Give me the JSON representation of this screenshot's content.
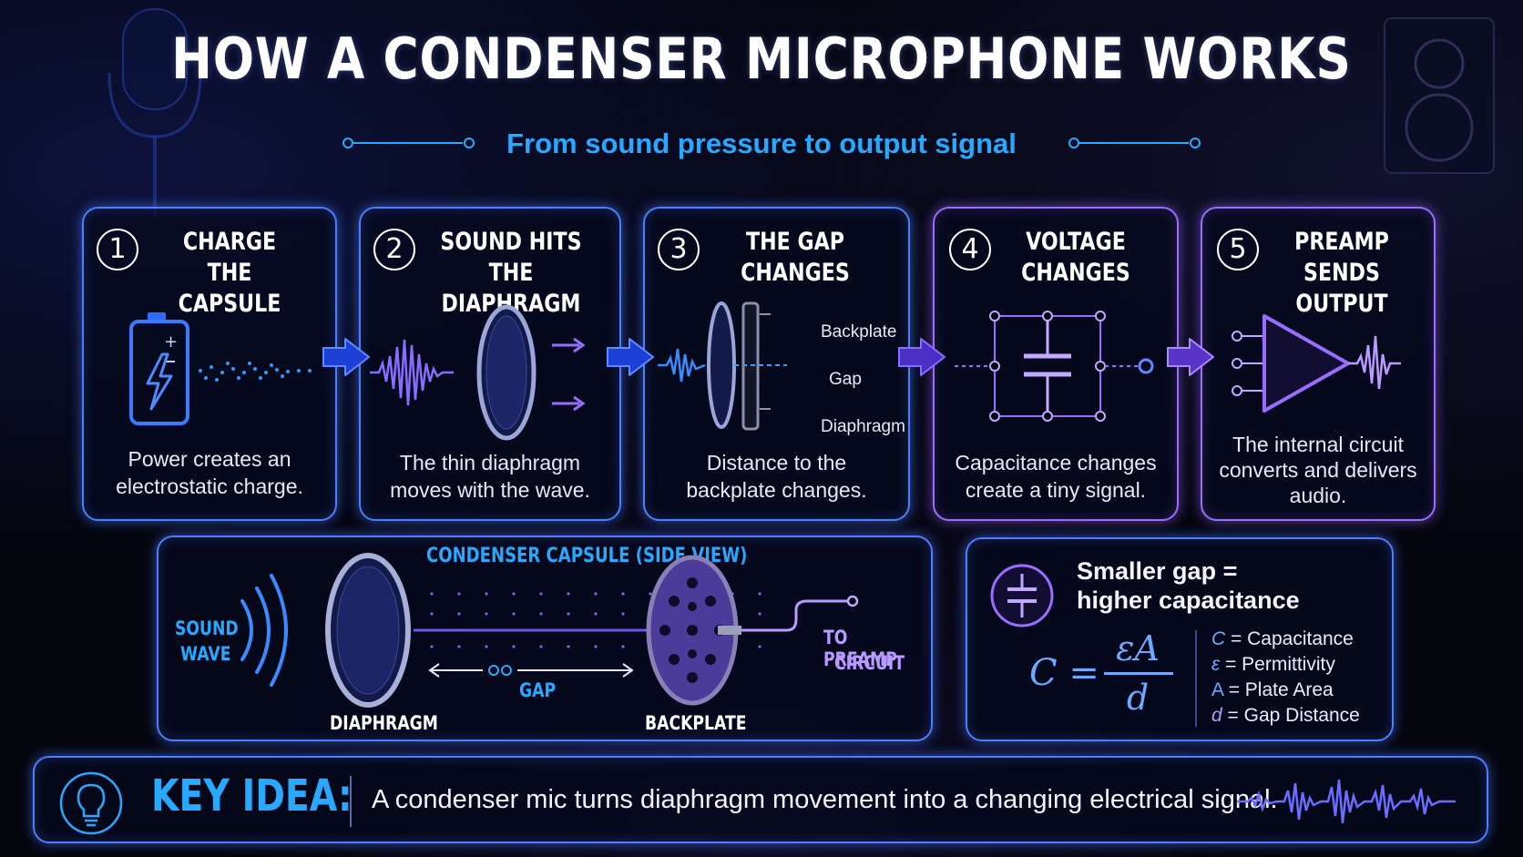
{
  "header": {
    "title": "HOW A CONDENSER MICROPHONE WORKS",
    "subtitle": "From sound pressure to output signal"
  },
  "steps": [
    {
      "number": "1",
      "title_line1": "CHARGE",
      "title_line2": "THE CAPSULE",
      "desc_line1": "Power creates an",
      "desc_line2": "electrostatic charge."
    },
    {
      "number": "2",
      "title_line1": "SOUND HITS",
      "title_line2": "THE DIAPHRAGM",
      "desc_line1": "The thin diaphragm",
      "desc_line2": "moves with the wave."
    },
    {
      "number": "3",
      "title_line1": "THE GAP",
      "title_line2": "CHANGES",
      "desc_line1": "Distance to the",
      "desc_line2": "backplate changes.",
      "labels": {
        "backplate": "Backplate",
        "gap": "Gap",
        "diaphragm": "Diaphragm"
      }
    },
    {
      "number": "4",
      "title_line1": "VOLTAGE",
      "title_line2": "CHANGES",
      "desc_line1": "Capacitance changes",
      "desc_line2": "create a tiny signal."
    },
    {
      "number": "5",
      "title_line1": "PREAMP",
      "title_line2": "SENDS OUTPUT",
      "desc_line1": "The internal circuit",
      "desc_line2": "converts and delivers",
      "desc_line3": "audio."
    }
  ],
  "capsule": {
    "title": "CONDENSER CAPSULE (SIDE VIEW)",
    "sound_wave_line1": "SOUND",
    "sound_wave_line2": "WAVE",
    "diaphragm": "DIAPHRAGM",
    "gap": "GAP",
    "backplate": "BACKPLATE",
    "preamp_line1": "TO PREAMP",
    "preamp_line2": "CIRCUIT"
  },
  "formula": {
    "headline_line1": "Smaller gap =",
    "headline_line2": "higher capacitance",
    "lhs": "C =",
    "numerator": "εA",
    "denominator": "d",
    "legend": [
      {
        "symbol": "C",
        "text": "= Capacitance"
      },
      {
        "symbol": "ε",
        "text": "= Permittivity"
      },
      {
        "symbol": "A",
        "text": "= Plate Area"
      },
      {
        "symbol": "d",
        "text": "= Gap Distance"
      }
    ]
  },
  "key_idea": {
    "label": "KEY IDEA:",
    "text": "A condenser mic turns diaphragm movement into a changing electrical signal."
  },
  "colors": {
    "blue": "#2f6bff",
    "cyan": "#28a9ff",
    "purple": "#9a6dff",
    "white": "#ffffff"
  },
  "icons": [
    "battery-icon",
    "lightning-icon",
    "lightbulb-icon",
    "capacitor-icon",
    "amplifier-icon"
  ]
}
